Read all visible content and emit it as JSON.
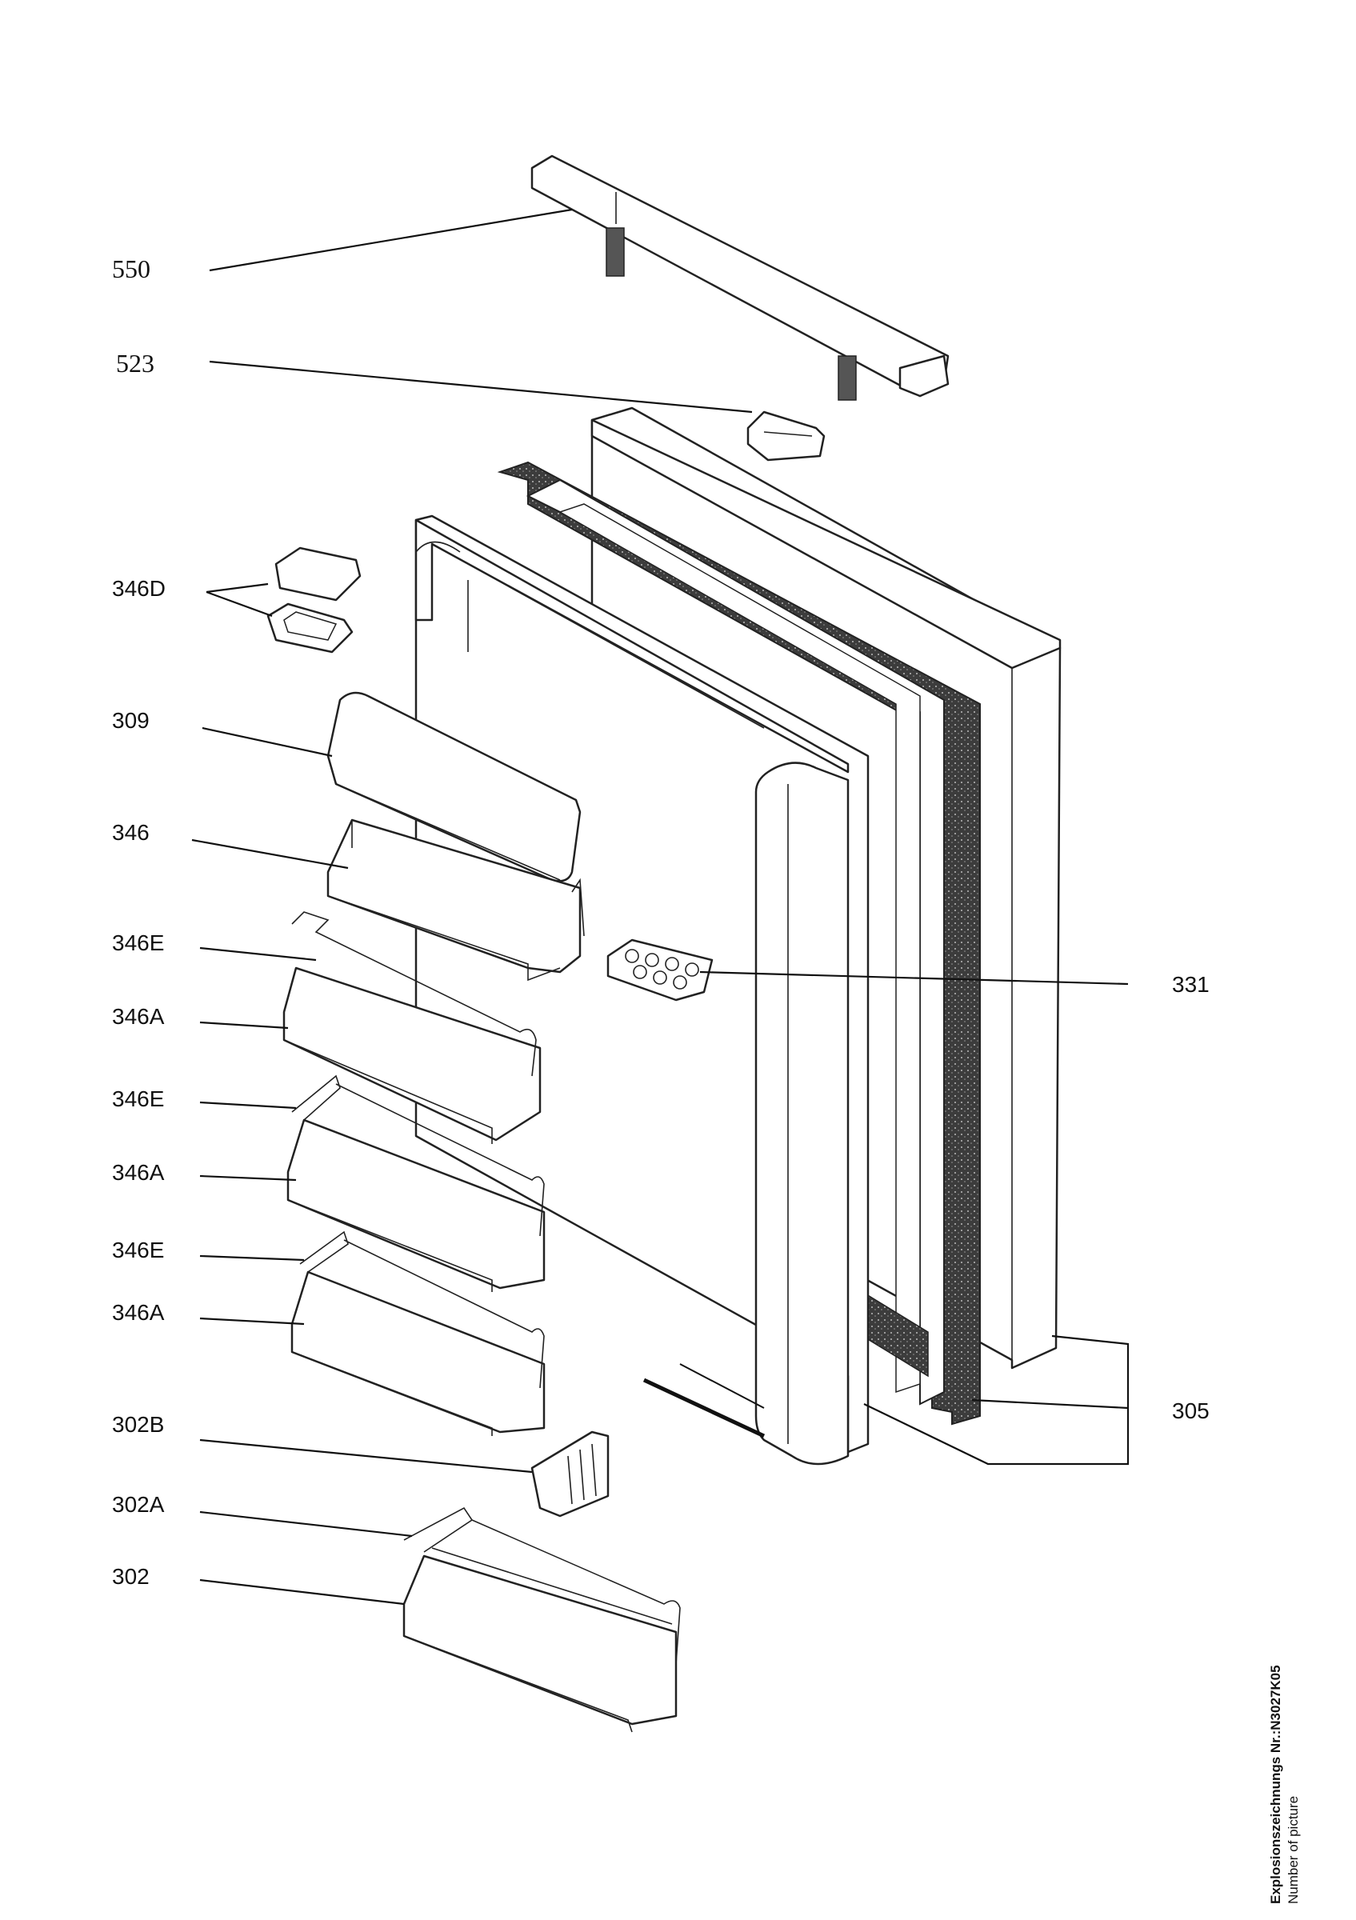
{
  "labels": [
    {
      "id": "550",
      "text": "550"
    },
    {
      "id": "523",
      "text": "523"
    },
    {
      "id": "346D",
      "text": "346D"
    },
    {
      "id": "309",
      "text": "309"
    },
    {
      "id": "346",
      "text": "346"
    },
    {
      "id": "346E_1",
      "text": "346E"
    },
    {
      "id": "346A_1",
      "text": "346A"
    },
    {
      "id": "346E_2",
      "text": "346E"
    },
    {
      "id": "346A_2",
      "text": "346A"
    },
    {
      "id": "346E_3",
      "text": "346E"
    },
    {
      "id": "346A_3",
      "text": "346A"
    },
    {
      "id": "302B",
      "text": "302B"
    },
    {
      "id": "302A",
      "text": "302A"
    },
    {
      "id": "302",
      "text": "302"
    },
    {
      "id": "331",
      "text": "331"
    },
    {
      "id": "305",
      "text": "305"
    }
  ],
  "reference": {
    "number": "Explosionszeichnungs Nr.:N3027K05",
    "caption": "Number of picture"
  }
}
